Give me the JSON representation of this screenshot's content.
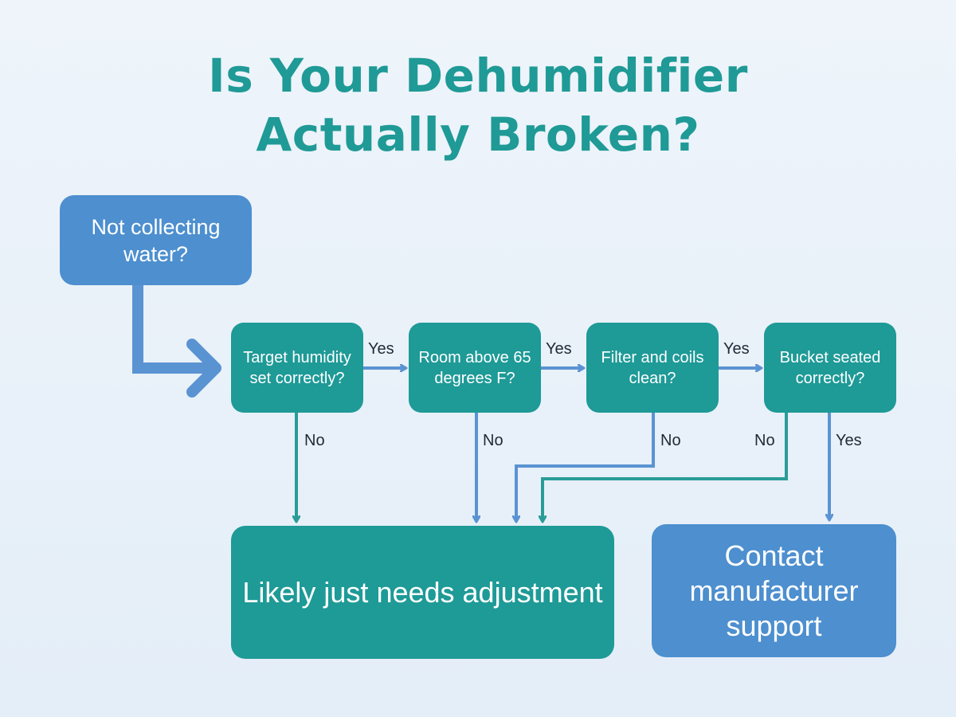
{
  "title": {
    "line1": "Is Your Dehumidifier",
    "line2": "Actually Broken?"
  },
  "nodes": {
    "start": "Not collecting water?",
    "q1": "Target humidity set correctly?",
    "q2": "Room above 65 degrees F?",
    "q3": "Filter and coils clean?",
    "q4": "Bucket seated correctly?",
    "outcome_adjust": "Likely just needs adjustment",
    "outcome_support": "Contact manufacturer support"
  },
  "edge_labels": {
    "q1_yes": "Yes",
    "q2_yes": "Yes",
    "q3_yes": "Yes",
    "q1_no": "No",
    "q2_no": "No",
    "q3_no": "No",
    "q4_no": "No",
    "q4_yes": "Yes"
  },
  "colors": {
    "title": "#1f9a96",
    "blue_box": "#4d8fcf",
    "teal_box": "#1e9a97",
    "blue_line": "#5a93d2",
    "teal_line": "#2a9c98",
    "background": "#eaf2f9"
  }
}
